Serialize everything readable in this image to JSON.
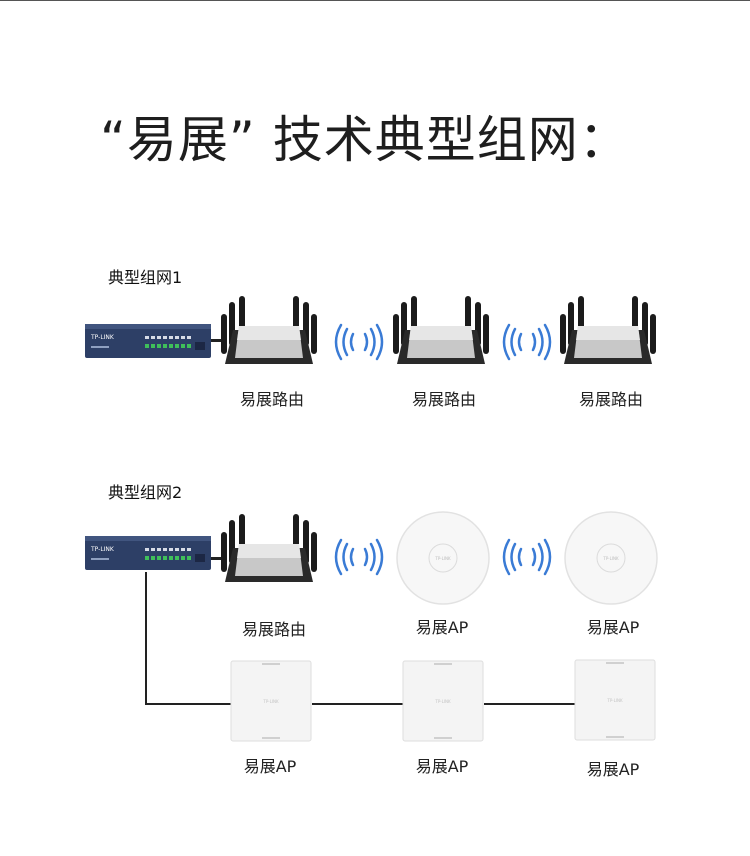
{
  "title": "“易展” 技术典型组网：",
  "network1": {
    "label": "典型组网1",
    "routers": [
      "易展路由",
      "易展路由",
      "易展路由"
    ]
  },
  "network2": {
    "label": "典型组网2",
    "top_row": [
      "易展路由",
      "易展AP",
      "易展AP"
    ],
    "bottom_row": [
      "易展AP",
      "易展AP",
      "易展AP"
    ]
  },
  "brand_mark": "TP-LINK",
  "colors": {
    "switch": "#2d3f66",
    "wifi": "#3a7bd5",
    "ap": "#f4f4f4"
  }
}
